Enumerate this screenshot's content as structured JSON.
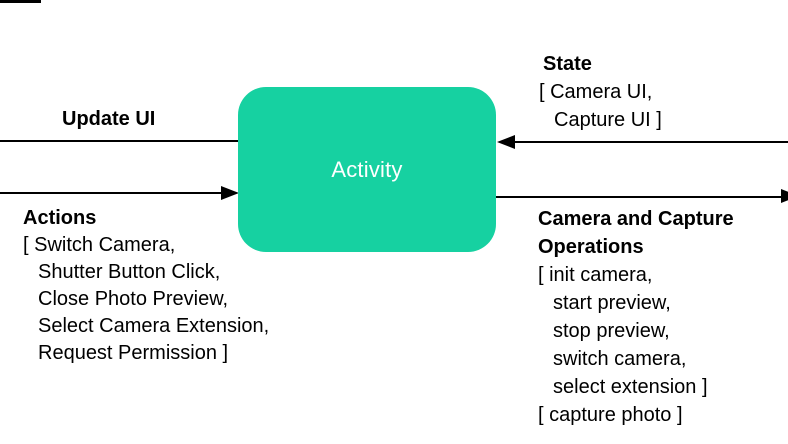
{
  "colors": {
    "node_fill": "#16d1a1",
    "node_text": "#ffffff",
    "line": "#000000",
    "text": "#000000",
    "background": "#ffffff"
  },
  "node": {
    "label": "Activity"
  },
  "labels": {
    "update_ui": "Update UI",
    "state": {
      "heading": "State",
      "line1": "[ Camera UI,",
      "line2": "Capture UI ]"
    },
    "actions": {
      "heading": "Actions",
      "line1": "[ Switch Camera,",
      "line2": "Shutter Button Click,",
      "line3": "Close Photo Preview,",
      "line4": "Select Camera Extension,",
      "line5": "Request Permission ]"
    },
    "camera_ops": {
      "heading1": "Camera and Capture",
      "heading2": "Operations",
      "line1": "[ init camera,",
      "line2": "start preview,",
      "line3": "stop preview,",
      "line4": "switch camera,",
      "line5": "select extension ]",
      "line6": "[ capture photo ]"
    }
  }
}
